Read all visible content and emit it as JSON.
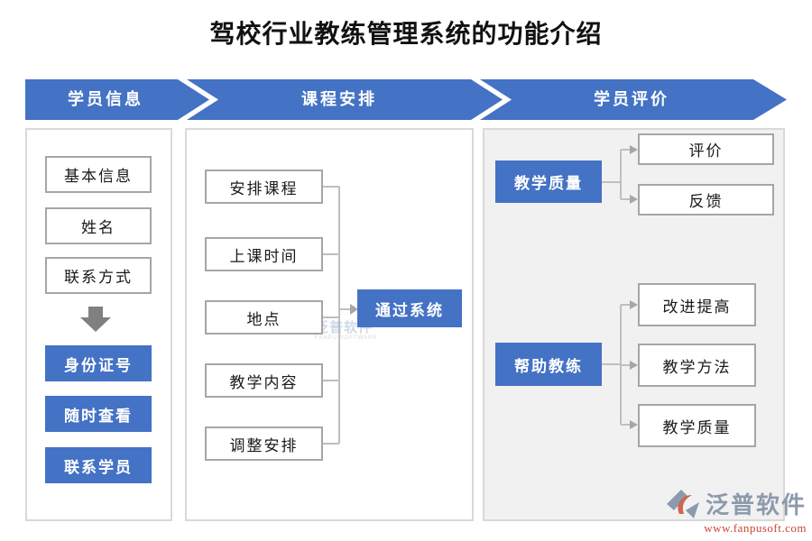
{
  "title": "驾校行业教练管理系统的功能介绍",
  "headers": [
    "学员信息",
    "课程安排",
    "学员评价"
  ],
  "left_panel": {
    "info_boxes": [
      "基本信息",
      "姓名",
      "联系方式"
    ],
    "action_boxes": [
      "身份证号",
      "随时查看",
      "联系学员"
    ]
  },
  "middle_panel": {
    "step_boxes": [
      "安排课程",
      "上课时间",
      "地点",
      "教学内容",
      "调整安排"
    ],
    "result_box": "通过系统"
  },
  "right_panel": {
    "groups": [
      {
        "source": "教学质量",
        "targets": [
          "评价",
          "反馈"
        ]
      },
      {
        "source": "帮助教练",
        "targets": [
          "改进提高",
          "教学方法",
          "教学质量"
        ]
      }
    ]
  },
  "watermark": {
    "name": "泛普软件",
    "subtext": "FANPU SOFTWARE"
  },
  "logo": {
    "name": "泛普软件",
    "url": "www.fanpusoft.com"
  },
  "colors": {
    "accent_blue": "#4472C4",
    "box_border_gray": "#A6A6A6",
    "panel_border_gray": "#D9D9D9",
    "right_panel_bg": "#F1F1F2",
    "connector_gray": "#BFBFBF",
    "down_arrow_gray": "#808080",
    "logo_text_gray": "#8D9AAB",
    "logo_url_red": "#CC4433"
  }
}
